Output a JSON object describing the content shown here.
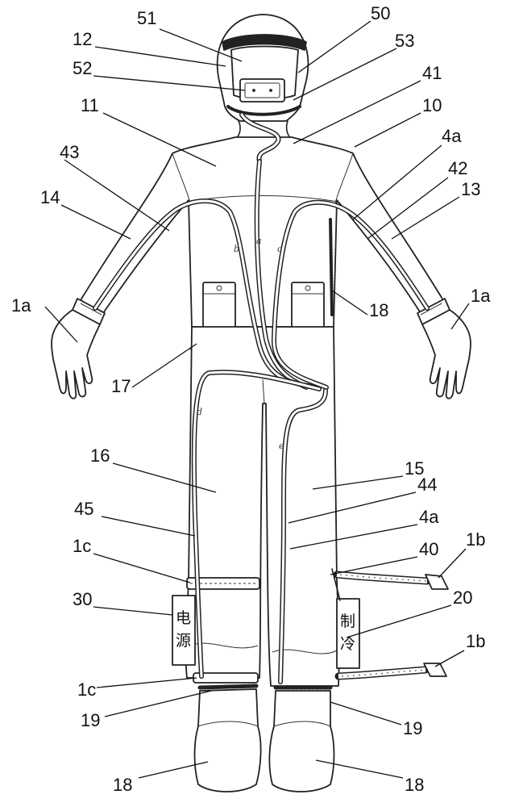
{
  "labels": {
    "l51": "51",
    "l12": "12",
    "l52": "52",
    "l11": "11",
    "l43": "43",
    "l14": "14",
    "l1a_left": "1a",
    "l17": "17",
    "l16": "16",
    "l45": "45",
    "l1c_top": "1c",
    "l30": "30",
    "l1c_bottom": "1c",
    "l19_left": "19",
    "l18_left": "18",
    "l50": "50",
    "l53": "53",
    "l41": "41",
    "l10": "10",
    "l4a_top": "4a",
    "l42": "42",
    "l13": "13",
    "l1a_right": "1a",
    "l18_pocket": "18",
    "l15": "15",
    "l44": "44",
    "l4a_bottom": "4a",
    "l40": "40",
    "l1b_top": "1b",
    "l20": "20",
    "l1b_bottom": "1b",
    "l19_right": "19",
    "l18_right": "18"
  },
  "hose_letters": {
    "a": "a",
    "b": "b",
    "c": "c",
    "d": "d",
    "e": "e"
  },
  "boxes": {
    "power_char1": "电",
    "power_char2": "源",
    "cool_char1": "制",
    "cool_char2": "冷"
  },
  "colors": {
    "line": "#222222",
    "background": "#ffffff"
  }
}
